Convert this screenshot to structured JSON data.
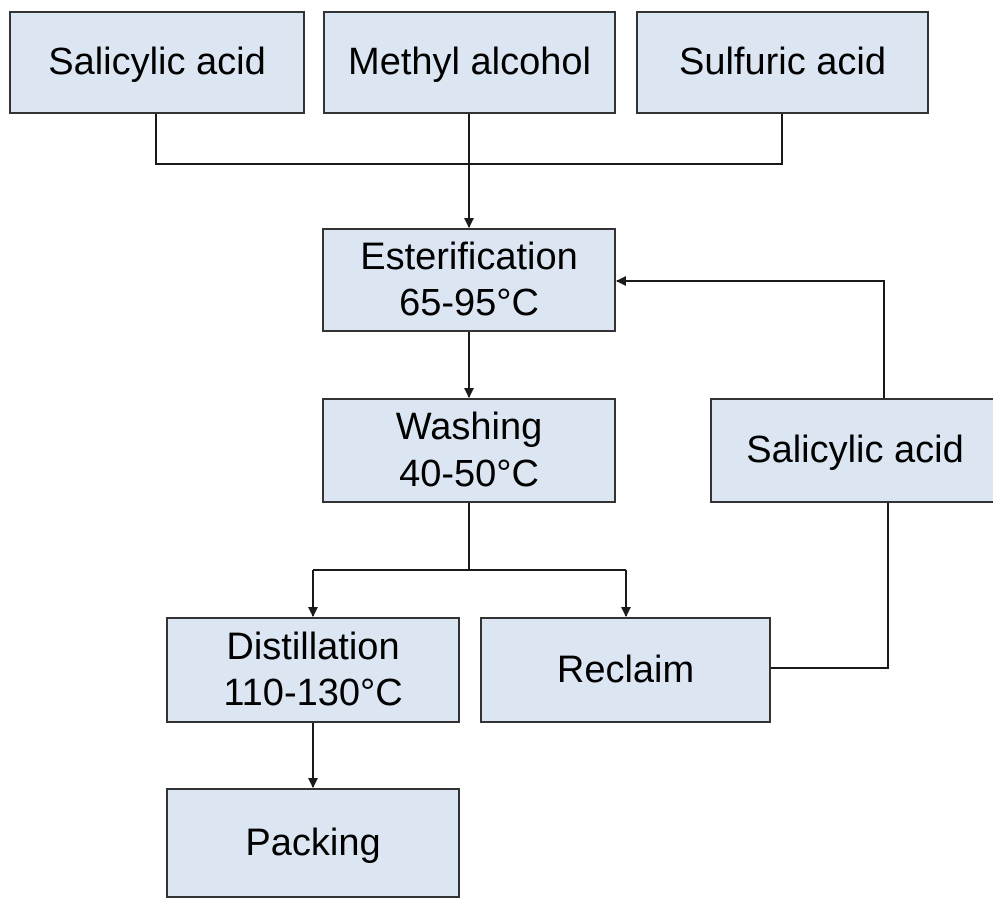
{
  "diagram": {
    "nodes": {
      "salicylic_acid_input": {
        "label": "Salicylic acid"
      },
      "methyl_alcohol": {
        "label": "Methyl alcohol"
      },
      "sulfuric_acid": {
        "label": "Sulfuric acid"
      },
      "esterification": {
        "label": "Esterification",
        "temperature": "65-95°C"
      },
      "washing": {
        "label": "Washing",
        "temperature": "40-50°C"
      },
      "salicylic_acid_recycle": {
        "label": "Salicylic acid"
      },
      "distillation": {
        "label": "Distillation",
        "temperature": "110-130°C"
      },
      "reclaim": {
        "label": "Reclaim"
      },
      "packing": {
        "label": "Packing"
      }
    },
    "edges": [
      {
        "from": "salicylic_acid_input",
        "to": "esterification"
      },
      {
        "from": "methyl_alcohol",
        "to": "esterification"
      },
      {
        "from": "sulfuric_acid",
        "to": "esterification"
      },
      {
        "from": "esterification",
        "to": "washing"
      },
      {
        "from": "washing",
        "to": "distillation"
      },
      {
        "from": "washing",
        "to": "reclaim"
      },
      {
        "from": "distillation",
        "to": "packing"
      },
      {
        "from": "reclaim",
        "to": "salicylic_acid_recycle"
      },
      {
        "from": "salicylic_acid_recycle",
        "to": "esterification"
      }
    ],
    "colors": {
      "box_fill": "#dce6f2",
      "box_border": "#333333",
      "connector": "#1a1a1a"
    }
  }
}
